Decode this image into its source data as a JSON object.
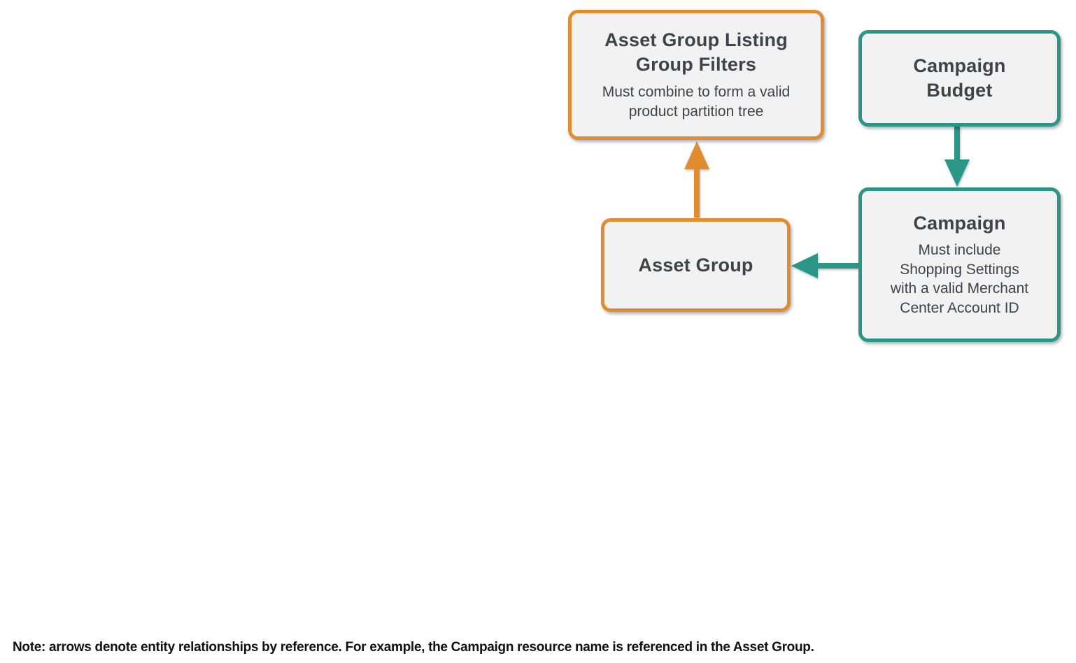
{
  "diagram": {
    "nodes": {
      "listing_filters": {
        "title": "Asset Group Listing\nGroup Filters",
        "subtitle": "Must combine to form a valid\nproduct partition tree",
        "border_color": "#E28C30"
      },
      "campaign_budget": {
        "title": "Campaign\nBudget",
        "border_color": "#2A9687"
      },
      "asset_group": {
        "title": "Asset Group",
        "border_color": "#E28C30"
      },
      "campaign": {
        "title": "Campaign",
        "subtitle": "Must include\nShopping Settings\nwith a valid Merchant\nCenter Account ID",
        "border_color": "#2A9687"
      }
    },
    "edges": [
      {
        "from": "asset_group",
        "to": "listing_filters",
        "color": "#E28C30",
        "direction": "up"
      },
      {
        "from": "campaign_budget",
        "to": "campaign",
        "color": "#2A9687",
        "direction": "down"
      },
      {
        "from": "campaign",
        "to": "asset_group",
        "color": "#2A9687",
        "direction": "left"
      }
    ]
  },
  "note": "Note: arrows denote entity relationships by reference. For example, the Campaign resource name is referenced in the Asset Group.",
  "colors": {
    "orange": "#E28C30",
    "teal": "#2A9687",
    "box_bg": "#F2F2F2",
    "text": "#3E4347",
    "note_text": "#111111"
  }
}
